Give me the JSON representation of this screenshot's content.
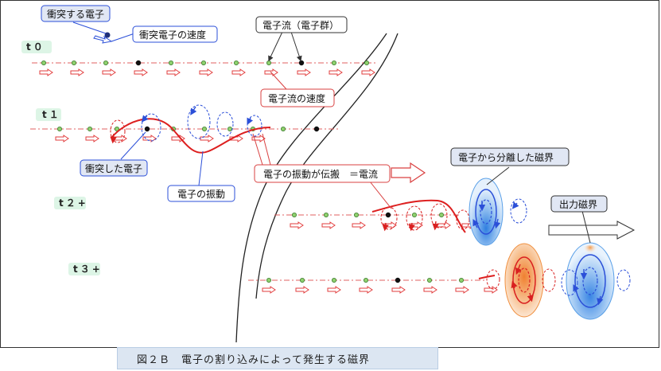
{
  "colors": {
    "axis": "#e06060",
    "arrow_stroke": "#e23c3c",
    "electron_fill": "#8fd16f",
    "electron_stroke": "#3a7a2a",
    "wave": "#dd1f1f",
    "field_blue": "#2b4fd8",
    "field_red": "#d92020",
    "time_tag_bg": "#ddf5e6",
    "callout_bg": "#e1e7f4",
    "callout_border": "#2b4fd8",
    "callout_red_border": "#d94040"
  },
  "time_labels": {
    "t0": "t０",
    "t1": "t１",
    "t2": "t２+",
    "t3": "t３+"
  },
  "callouts": {
    "colliding_electron": "衝突する電子",
    "colliding_electron_velocity": "衝突電子の速度",
    "electron_flow": "電子流（電子群）",
    "electron_flow_velocity": "電子流の速度",
    "collided_electron": "衝突した電子",
    "electron_vibration": "電子の振動",
    "vibration_propagation": "電子の振動が伝搬　＝電流",
    "separated_field": "電子から分離した磁界",
    "output_field": "出力磁界"
  },
  "icons": {
    "electron": "electron-dot-icon",
    "velocity_arrow": "velocity-arrow-icon",
    "field_loop": "magnetic-field-loop-icon"
  },
  "caption": "図２Ｂ　電子の割り込みによって発生する磁界"
}
